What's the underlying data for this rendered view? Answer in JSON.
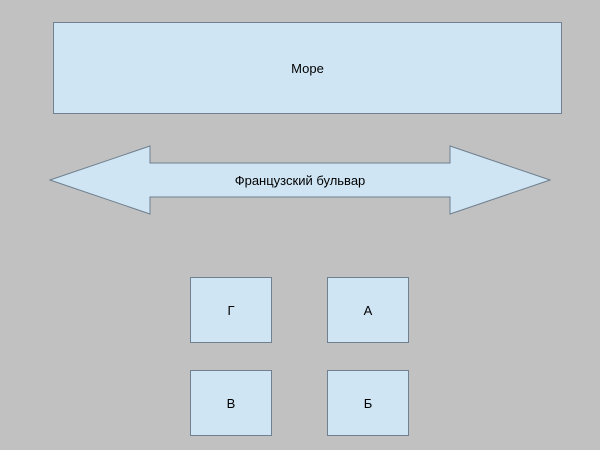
{
  "colors": {
    "background": "#c1c1c1",
    "shape_fill": "#cfe5f3",
    "shape_border": "#708090",
    "text": "#000000"
  },
  "diagram": {
    "sea_label": "Море",
    "boulevard_label": "Французский бульвар",
    "houses": [
      {
        "label": "Г",
        "row": "top",
        "column": "left"
      },
      {
        "label": "А",
        "row": "top",
        "column": "right"
      },
      {
        "label": "В",
        "row": "bottom",
        "column": "left"
      },
      {
        "label": "Б",
        "row": "bottom",
        "column": "right"
      }
    ]
  }
}
